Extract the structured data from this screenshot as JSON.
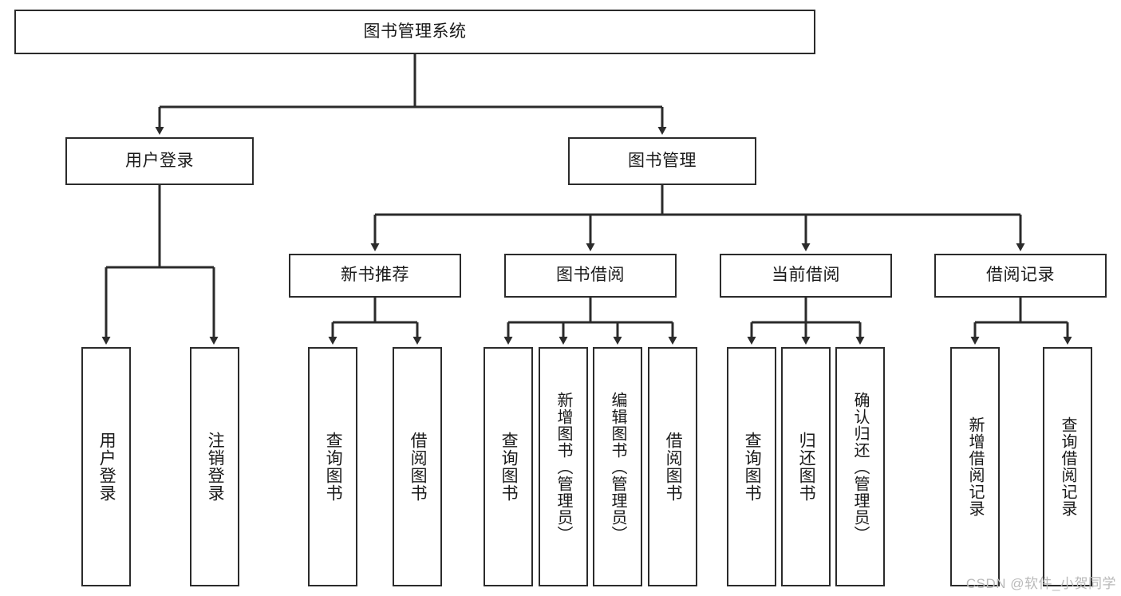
{
  "diagram": {
    "type": "tree",
    "title": "图书管理系统",
    "watermark": "CSDN @软件_小贺同学",
    "colors": {
      "stroke": "#2b2b2b",
      "fill": "#ffffff",
      "text": "#1a1a1a",
      "watermark": "#b9b9b9"
    },
    "nodes": {
      "root": {
        "label": "图书管理系统"
      },
      "level2": [
        {
          "label": "用户登录"
        },
        {
          "label": "图书管理"
        }
      ],
      "level3": [
        {
          "label": "新书推荐"
        },
        {
          "label": "图书借阅"
        },
        {
          "label": "当前借阅"
        },
        {
          "label": "借阅记录"
        }
      ],
      "leaves": {
        "user_login": [
          {
            "label": "用户登录"
          },
          {
            "label": "注销登录"
          }
        ],
        "new_book": [
          {
            "label": "查询图书"
          },
          {
            "label": "借阅图书"
          }
        ],
        "book_borrow": [
          {
            "label": "查询图书"
          },
          {
            "label": "新增图书（管理员）"
          },
          {
            "label": "编辑图书（管理员）"
          },
          {
            "label": "借阅图书"
          }
        ],
        "current_borrow": [
          {
            "label": "查询图书"
          },
          {
            "label": "归还图书"
          },
          {
            "label": "确认归还（管理员）"
          }
        ],
        "borrow_record": [
          {
            "label": "新增借阅记录"
          },
          {
            "label": "查询借阅记录"
          }
        ]
      }
    }
  }
}
